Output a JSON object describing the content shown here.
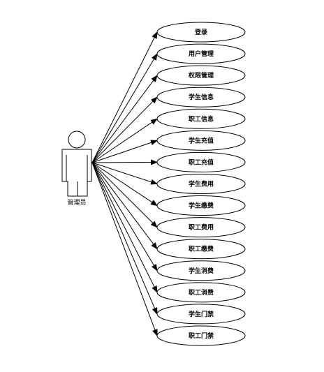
{
  "diagram": {
    "type": "use-case",
    "actor": {
      "label": "管理员",
      "icon": "person-icon"
    },
    "use_cases": [
      "登录",
      "用户管理",
      "权限管理",
      "学生信息",
      "职工信息",
      "学生充值",
      "职工充值",
      "学生费用",
      "学生缴费",
      "职工费用",
      "职工缴费",
      "学生消费",
      "职工消费",
      "学生门禁",
      "职工门禁"
    ],
    "colors": {
      "stroke": "#000000",
      "fill": "#ffffff"
    }
  }
}
